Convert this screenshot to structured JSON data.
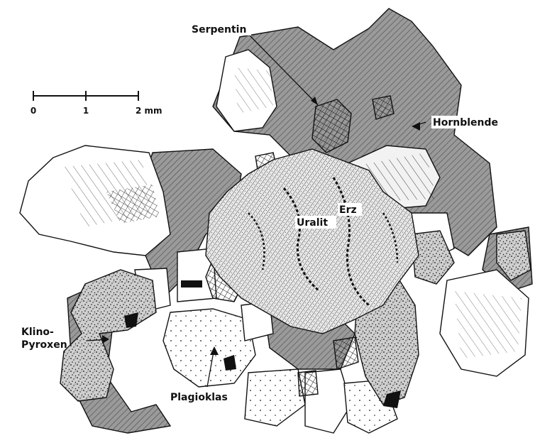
{
  "scale_bar": {
    "ticks": [
      "0",
      "1",
      "2 mm"
    ]
  },
  "labels": {
    "serpentin": "Serpentin",
    "hornblende": "Hornblende",
    "uralit": "Uralit",
    "erz": "Erz",
    "klino_line1": "Klino-",
    "klino_line2": "Pyroxen",
    "plagioklas": "Plagioklas"
  },
  "colors": {
    "hornblende_fill": "#9a9a9a",
    "ink": "#111111",
    "paper": "#ffffff"
  }
}
